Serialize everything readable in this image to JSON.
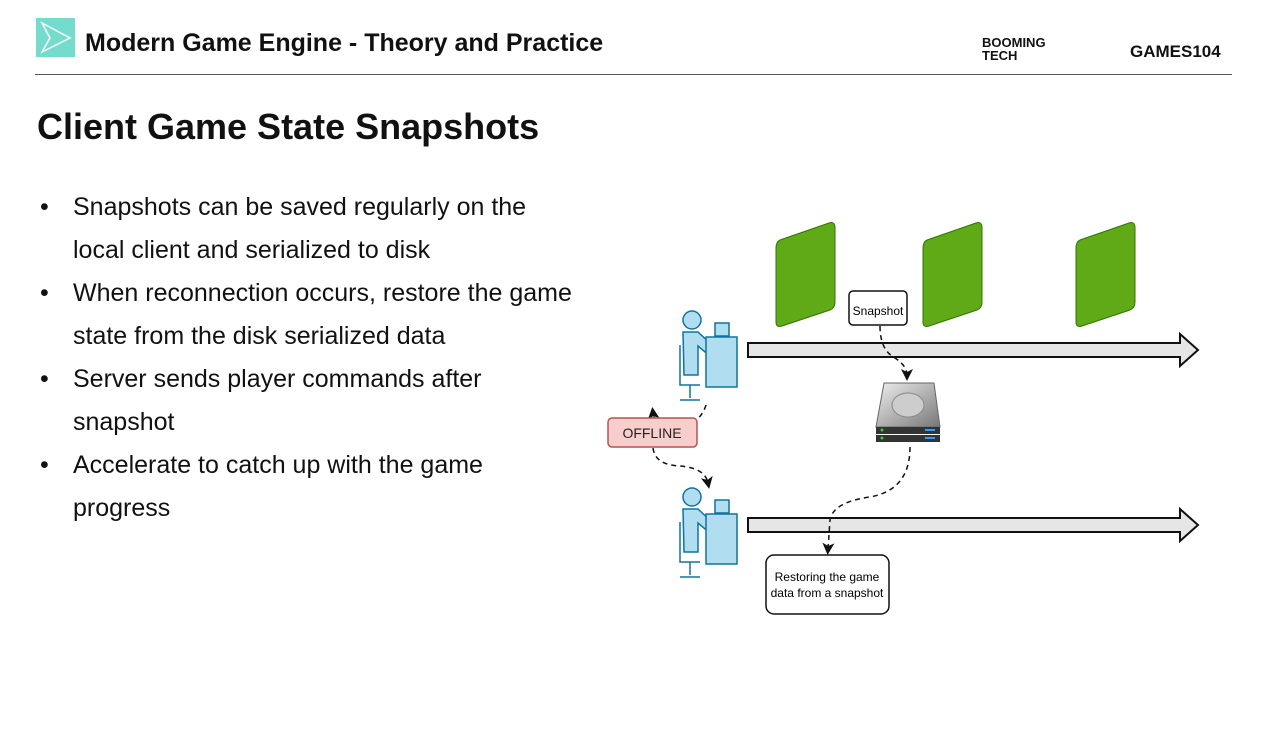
{
  "header": {
    "title": "Modern Game Engine - Theory and Practice",
    "brand_booming": "BOOMING TECH",
    "brand_booming_line1": "BOOMING",
    "brand_booming_line2": "TECH",
    "brand_games": "GAMES104"
  },
  "slide": {
    "title": "Client Game State Snapshots",
    "bullets": [
      "Snapshots can be saved regularly on the local client and serialized to disk",
      "When reconnection occurs, restore the game state from the disk serialized data",
      "Server sends player commands after snapshot",
      "Accelerate to catch up with the game progress"
    ]
  },
  "diagram": {
    "snapshot_label": "Snapshot",
    "offline_label": "OFFLINE",
    "restore_label_line1": "Restoring the game",
    "restore_label_line2": "data from a snapshot",
    "colors": {
      "frame": "#60a917",
      "offline_fill": "#f8cecc",
      "offline_stroke": "#b85450",
      "user": "#b1ddf0",
      "user_stroke": "#10739e"
    }
  }
}
